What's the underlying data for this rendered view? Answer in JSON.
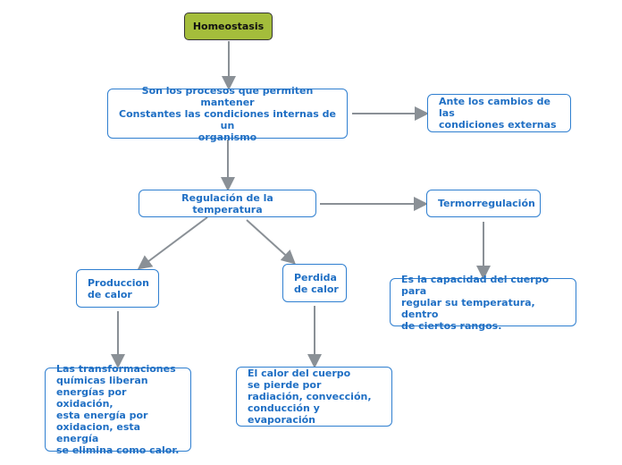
{
  "nodes": {
    "root": "Homeostasis",
    "definition": "Son los procesos que permiten mantener\nConstantes las condiciones internas de un\norganismo",
    "external_changes": "Ante los cambios de las\ncondiciones externas",
    "temperature_regulation": "Regulación de la temperatura",
    "thermoregulation": "Termorregulación",
    "heat_production": "Produccion\nde calor",
    "heat_loss": "Perdida\nde calor",
    "thermoregulation_definition": "Es la capacidad del cuerpo para\nregular su temperatura, dentro\nde ciertos rangos.",
    "heat_production_definition": "Las transformaciones\nquímicas liberan\nenergías por oxidación,\nesta energía por\noxidacion, esta energía\nse elimina como calor.",
    "heat_loss_definition": "El calor del cuerpo\nse pierde por\nradiación, convección,\nconducción y evaporación"
  },
  "colors": {
    "root_fill": "#a4bd3b",
    "node_border": "#2f7fd0",
    "node_text": "#1f6fc4",
    "connector": "#8a9096"
  }
}
